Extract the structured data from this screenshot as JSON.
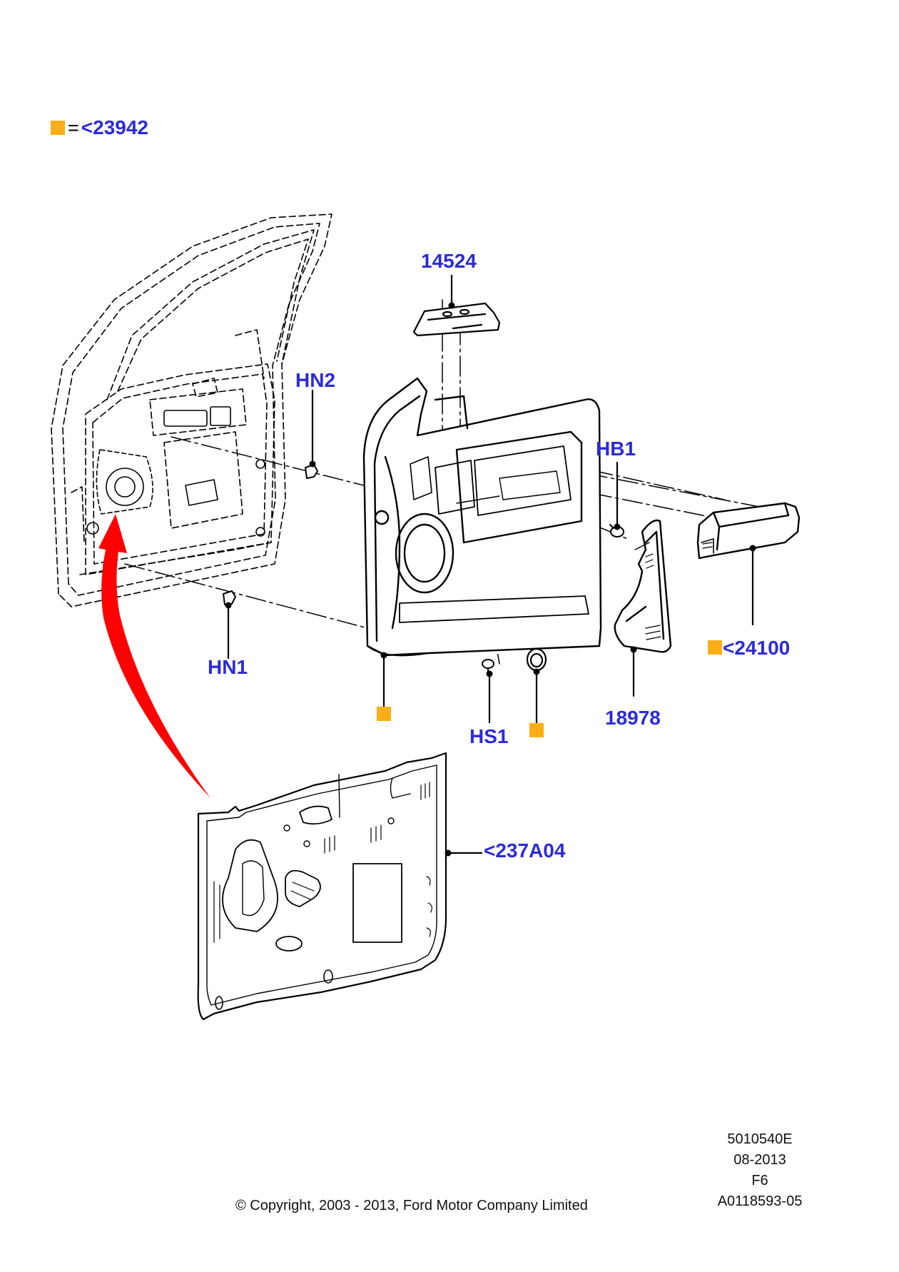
{
  "legend": {
    "equals": "=",
    "reference": "<23942"
  },
  "callouts": {
    "part_14524": "14524",
    "part_hn2": "HN2",
    "part_hb1": "HB1",
    "part_hn1": "HN1",
    "part_24100": "<24100",
    "part_hs1": "HS1",
    "part_18978": "18978",
    "part_237a04": "<237A04"
  },
  "footer": {
    "copyright": "© Copyright, 2003 - 2013, Ford Motor Company Limited",
    "doc_id": "5010540E",
    "date": "08-2013",
    "page": "F6",
    "illustration_id": "A0118593-05"
  },
  "colors": {
    "callout_text": "#2b2bd8",
    "marker": "#FBAE16",
    "arrow": "#ff0000",
    "line": "#000000"
  }
}
